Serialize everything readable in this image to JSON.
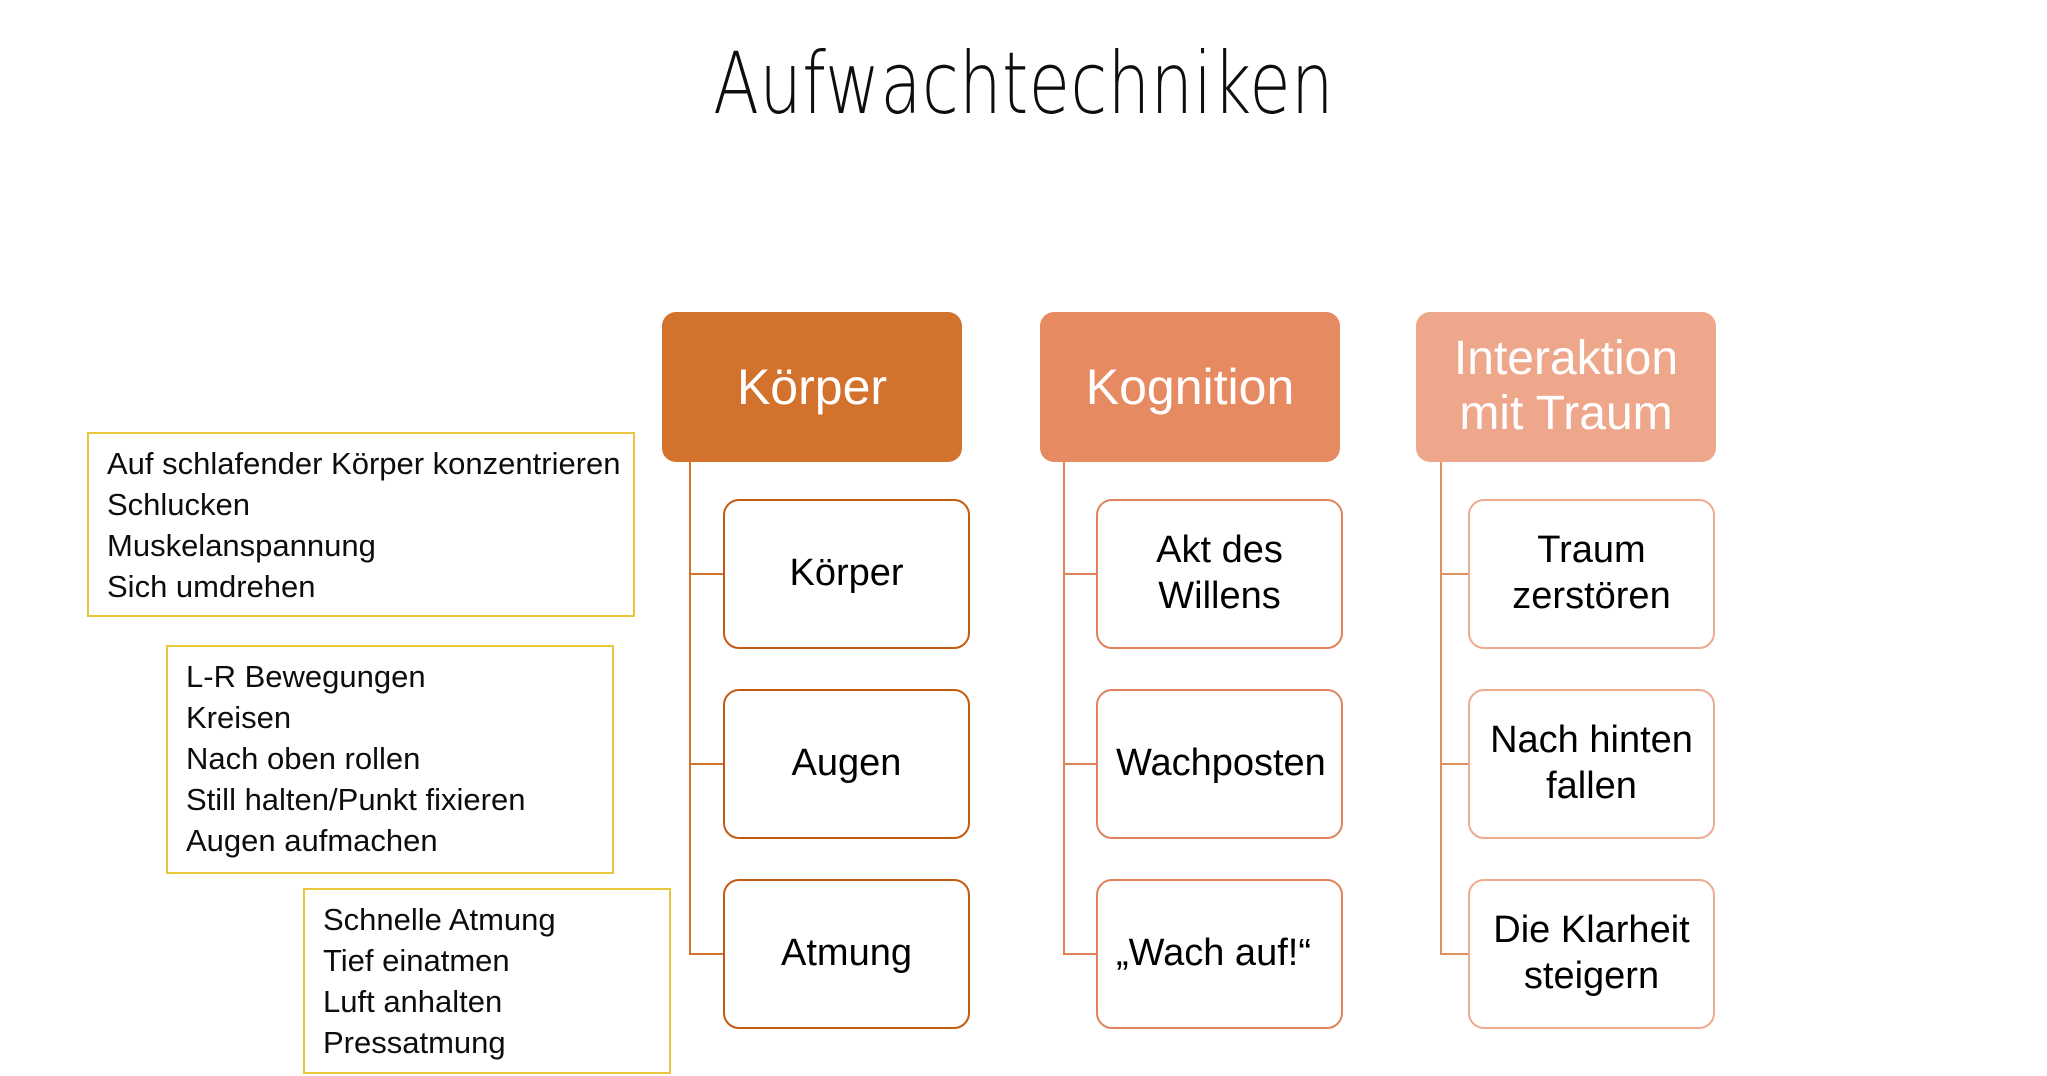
{
  "slide": {
    "title": "Aufwachtechniken",
    "background_color": "#ffffff"
  },
  "colors": {
    "header_1": "#d2722c",
    "header_2": "#e68a61",
    "header_3": "#efa78c",
    "border_1": "#c55a11",
    "border_2": "#e0825a",
    "border_3": "#edab90",
    "connector_1": "#d2722c",
    "connector_2": "#e08458",
    "connector_3": "#e0905f",
    "note_border": "#e8c53a",
    "text_dark": "#0d0d0d",
    "text_light": "#ffffff"
  },
  "columns": [
    {
      "id": "koerper",
      "header": "Körper",
      "header_color": "#d2722c",
      "border_color": "#c55a11",
      "children": [
        {
          "label": "Körper",
          "align": "center"
        },
        {
          "label": "Augen",
          "align": "center"
        },
        {
          "label": "Atmung",
          "align": "center"
        }
      ]
    },
    {
      "id": "kognition",
      "header": "Kognition",
      "header_color": "#e68a61",
      "border_color": "#e0825a",
      "children": [
        {
          "label": "Akt des Willens",
          "align": "center"
        },
        {
          "label": "Wachposten",
          "align": "left"
        },
        {
          "label": "„Wach auf!“",
          "align": "left"
        }
      ]
    },
    {
      "id": "interaktion-mit-traum",
      "header": "Interaktion mit Traum",
      "header_color": "#efa78c",
      "border_color": "#edab90",
      "children": [
        {
          "label": "Traum zerstören",
          "align": "center"
        },
        {
          "label": "Nach hinten fallen",
          "align": "center"
        },
        {
          "label": "Die Klarheit steigern",
          "align": "center"
        }
      ]
    }
  ],
  "notes": [
    {
      "id": "note-koerper",
      "lines": [
        "Auf schlafender Körper konzentrieren",
        "Schlucken",
        "Muskelanspannung",
        "Sich umdrehen"
      ]
    },
    {
      "id": "note-augen",
      "lines": [
        "L-R Bewegungen",
        "Kreisen",
        "Nach oben rollen",
        "Still halten/Punkt fixieren",
        "Augen aufmachen"
      ]
    },
    {
      "id": "note-atmung",
      "lines": [
        "Schnelle Atmung",
        "Tief einatmen",
        "Luft anhalten",
        "Pressatmung"
      ]
    }
  ]
}
